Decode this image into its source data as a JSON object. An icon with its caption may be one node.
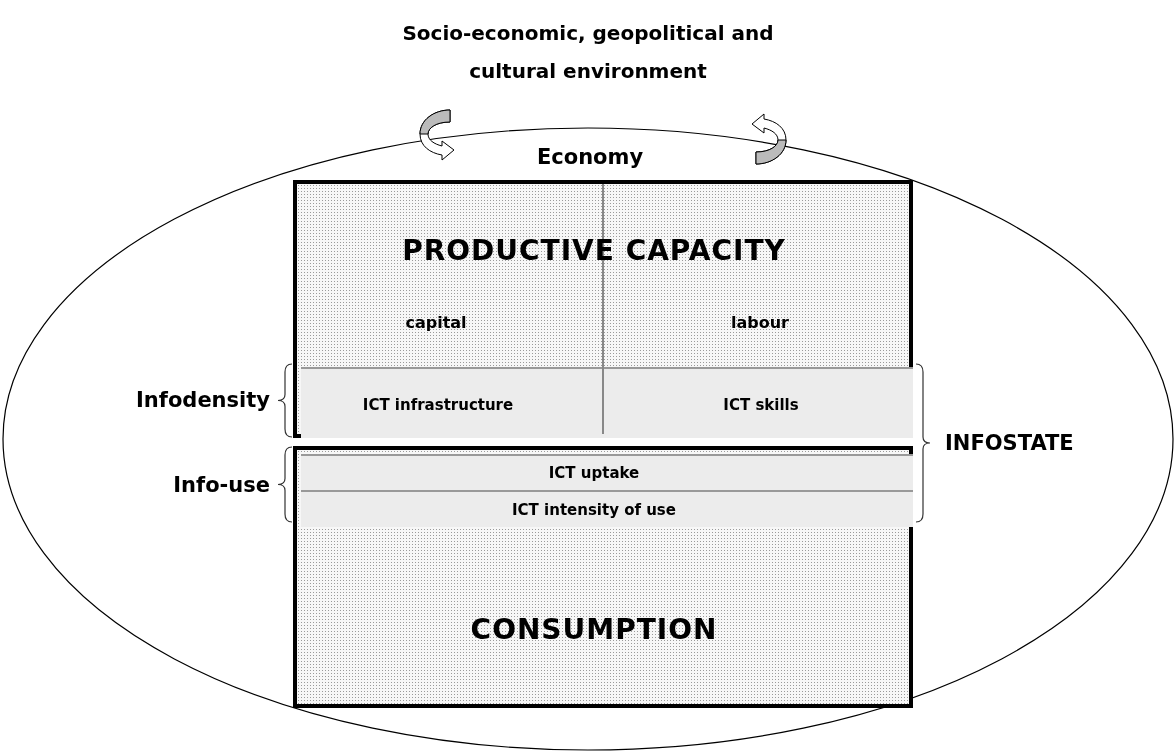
{
  "diagram": {
    "title": "Socio-economic, geopolitical and cultural environment",
    "nodes": [
      {
        "text": [
          "Economy"
        ]
      },
      {
        "text": [
          "PRODUCTIVE CAPACITY",
          "capital",
          "labour"
        ],
        "in": 0
      },
      {
        "text": [
          "ICT infrastructure"
        ],
        "in": 1
      },
      {
        "text": [
          "ICT skills"
        ],
        "in": 1
      },
      {
        "text": [
          "CONSUMPTION"
        ],
        "in": 0
      },
      {
        "text": [
          "ICT uptake"
        ],
        "in": 4
      },
      {
        "text": [
          "ICT intensity of use"
        ],
        "in": 4
      }
    ],
    "labels": [
      "Infodensity",
      "INFOSTATE",
      "Info-use"
    ]
  }
}
